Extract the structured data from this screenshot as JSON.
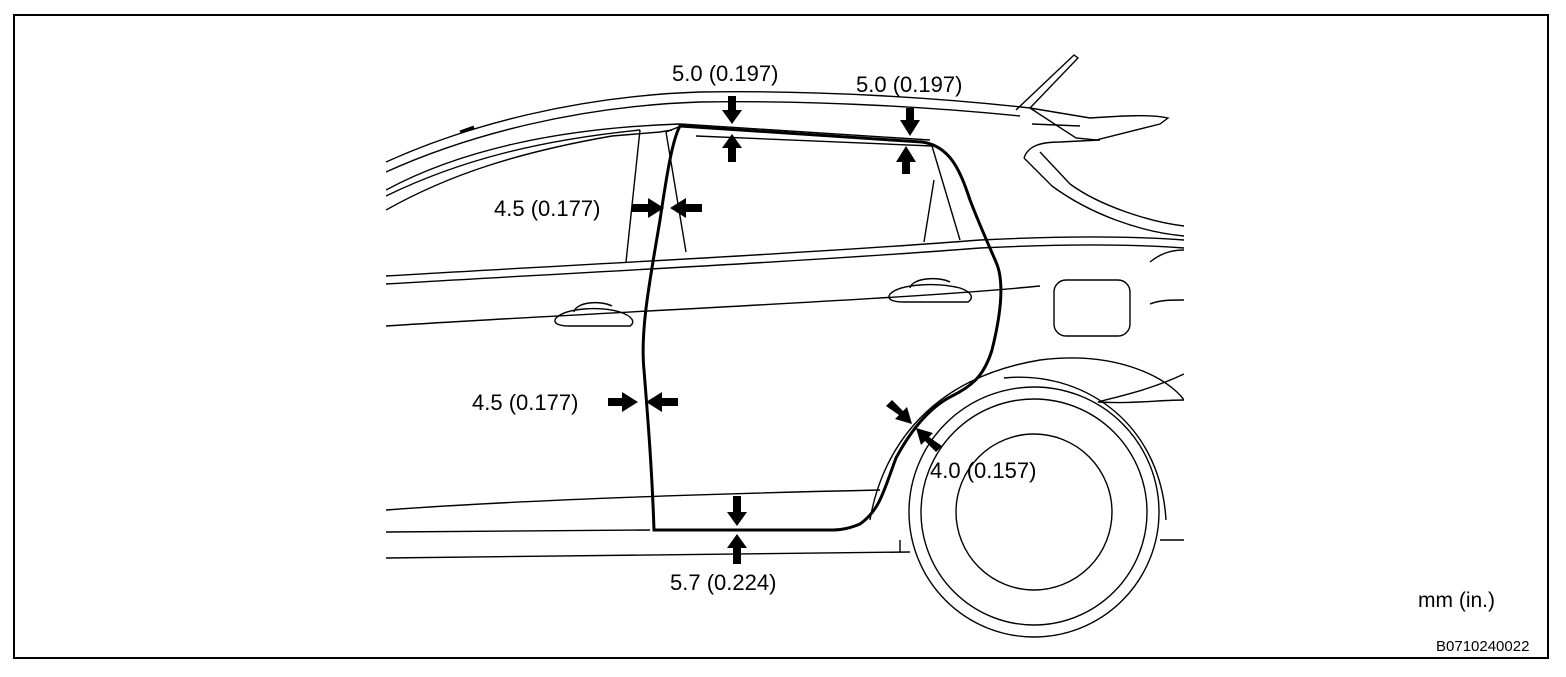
{
  "figure": {
    "measurements": [
      {
        "id": "top-left",
        "label": "5.0 (0.197)"
      },
      {
        "id": "top-right",
        "label": "5.0 (0.197)"
      },
      {
        "id": "pillar-upper",
        "label": "4.5 (0.177)"
      },
      {
        "id": "front-edge-middle",
        "label": "4.5 (0.177)"
      },
      {
        "id": "wheel-arch",
        "label": "4.0 (0.157)"
      },
      {
        "id": "bottom",
        "label": "5.7 (0.224)"
      }
    ],
    "units_label": "mm (in.)",
    "figure_id": "B0710240022"
  }
}
